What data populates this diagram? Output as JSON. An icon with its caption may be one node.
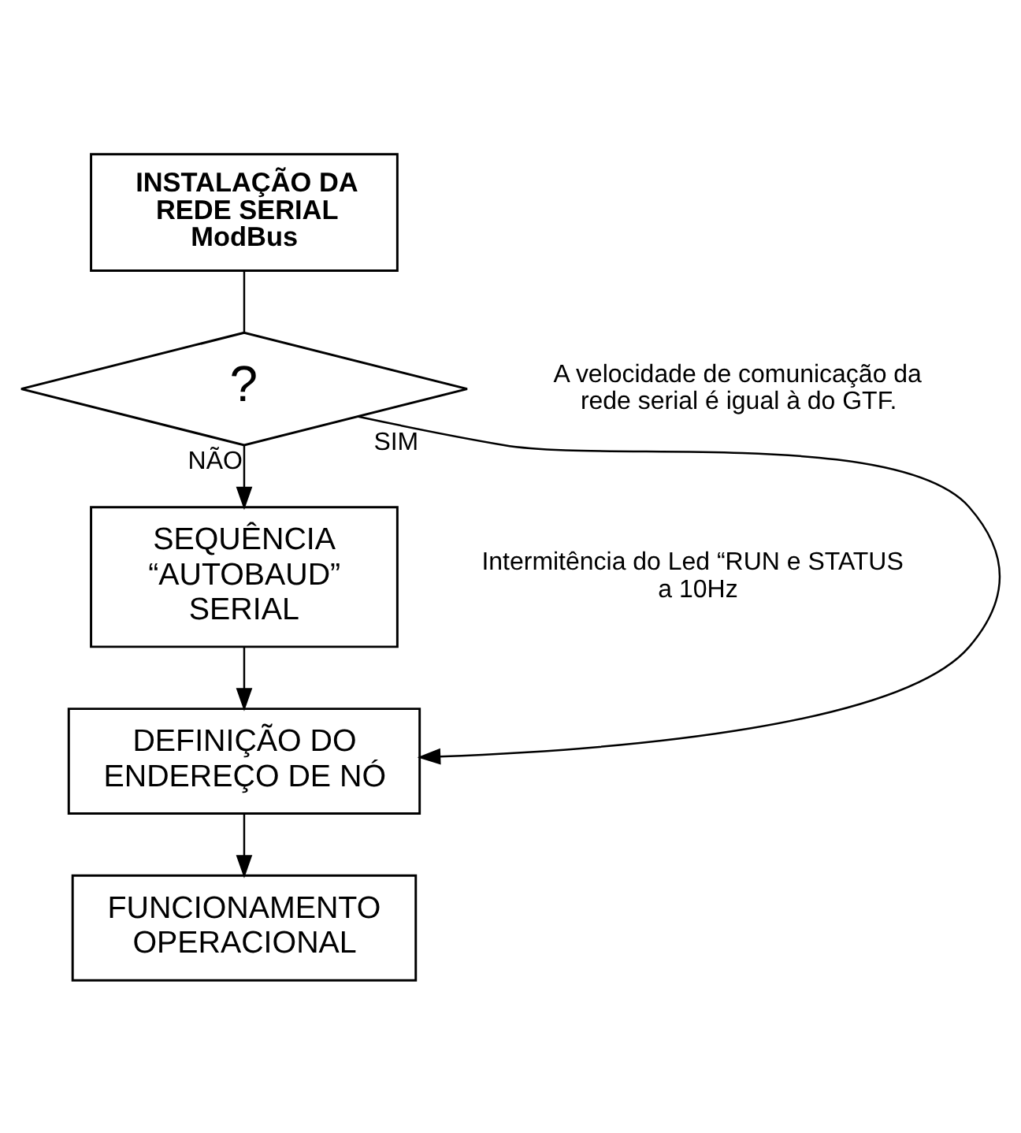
{
  "diagram": {
    "nodes": [
      {
        "text": [
          "INSTALAÇÃO DA REDE SERIAL ModBus"
        ]
      },
      {
        "text": [
          "?"
        ],
        "beside": [
          "A velocidade de comunicação da rede serial é igual à do GTF."
        ]
      },
      {
        "text": [
          "SEQUÊNCIA “AUTOBAUD” SERIAL"
        ],
        "beside": [
          "Intermitência do Led “RUN e STATUS a 10Hz"
        ]
      },
      {
        "text": [
          "DEFINIÇÃO DO ENDEREÇO DE NÓ"
        ]
      },
      {
        "text": [
          "FUNCIONAMENTO OPERACIONAL"
        ]
      }
    ],
    "edges": [
      {
        "from": 0,
        "to": 1,
        "arrow": "none"
      },
      {
        "from": 1,
        "to": 2,
        "arrow": "to",
        "label": "NÃO"
      },
      {
        "from": 1,
        "to": 3,
        "arrow": "to",
        "label": "SIM"
      },
      {
        "from": 2,
        "to": 3,
        "arrow": "to"
      },
      {
        "from": 3,
        "to": 4,
        "arrow": "to"
      }
    ]
  }
}
